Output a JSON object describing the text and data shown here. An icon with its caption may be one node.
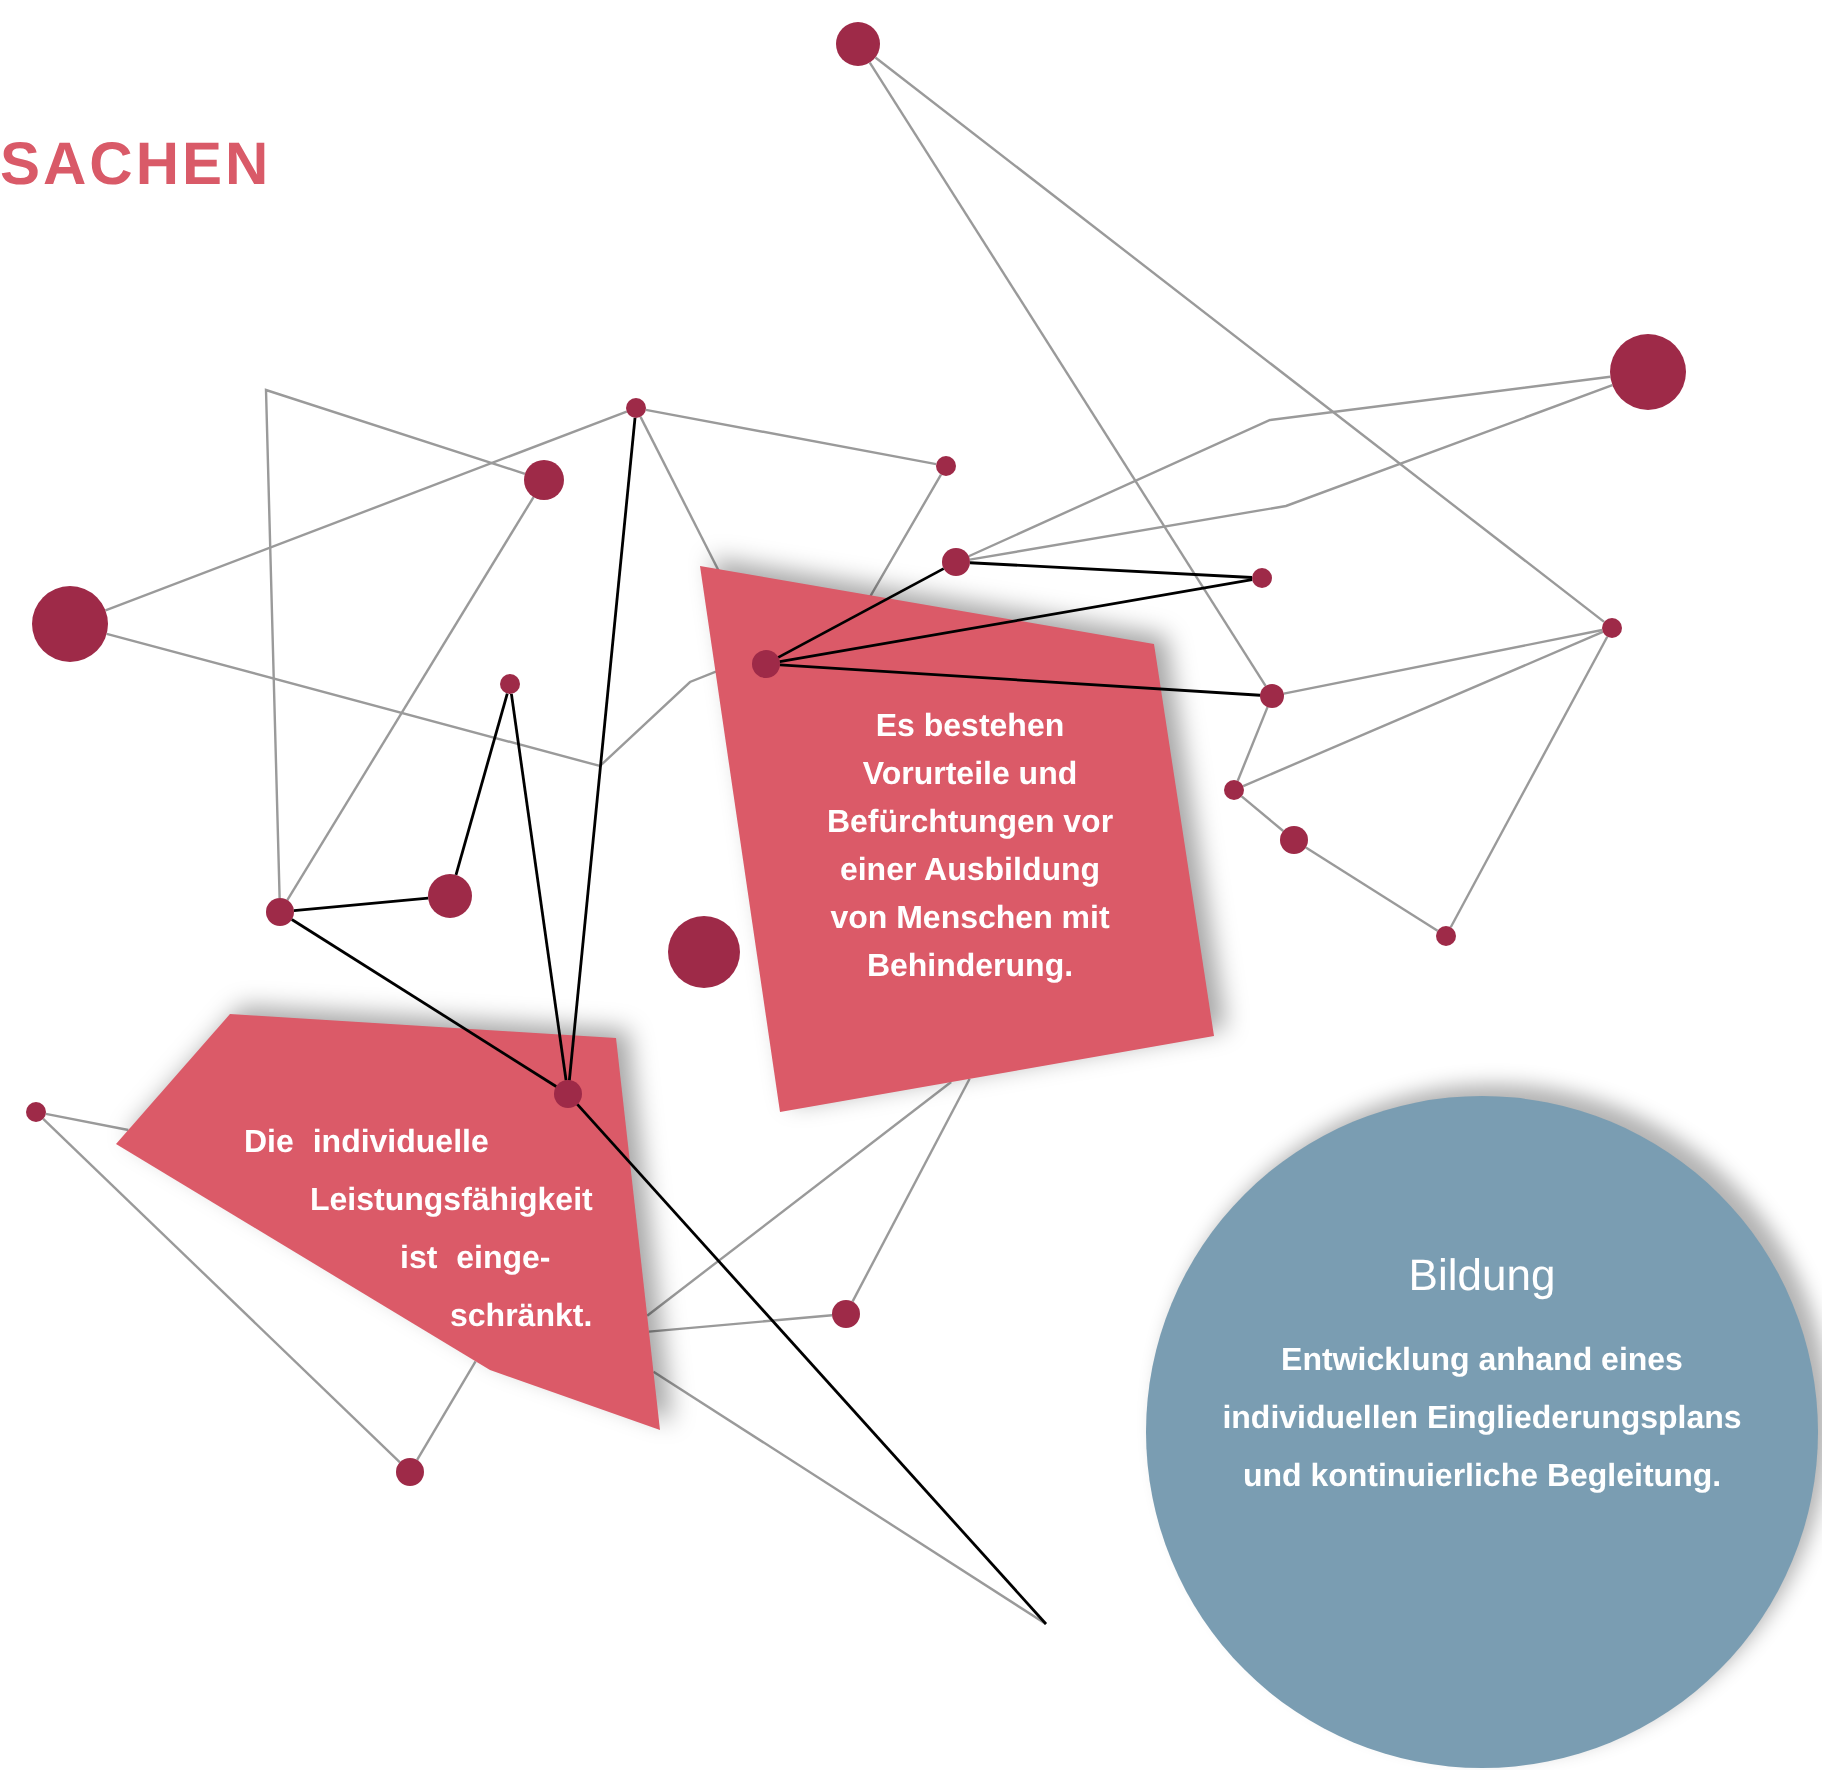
{
  "diagram": {
    "title": "SACHEN",
    "nodes": [
      {
        "text": [
          "Es bestehen Vorurteile und Befürchtungen vor einer Ausbildung von Menschen mit Behinderung."
        ]
      },
      {
        "text": [
          "Die individuelle Leistungsfähigkeit ist einge- schränkt."
        ]
      },
      {
        "text": [
          "Bildung",
          "Entwicklung anhand eines individuellen Eingliederungsplans und kontinuierliche Begleitung."
        ]
      },
      {
        "text": [],
        "shape": "circle"
      },
      {
        "text": [],
        "shape": "circle"
      },
      {
        "text": [],
        "shape": "circle"
      },
      {
        "text": [],
        "shape": "circle"
      },
      {
        "text": [],
        "shape": "circle"
      },
      {
        "text": [],
        "shape": "circle"
      },
      {
        "text": [],
        "shape": "circle"
      },
      {
        "text": [],
        "shape": "circle"
      },
      {
        "text": [],
        "shape": "circle",
        "in": 0
      },
      {
        "text": [],
        "shape": "circle"
      },
      {
        "text": [],
        "shape": "circle"
      },
      {
        "text": [],
        "shape": "circle"
      },
      {
        "text": [],
        "shape": "circle"
      },
      {
        "text": [],
        "shape": "circle"
      },
      {
        "text": [],
        "shape": "circle"
      },
      {
        "text": [],
        "shape": "circle"
      },
      {
        "text": [],
        "shape": "circle"
      },
      {
        "text": [],
        "shape": "circle"
      },
      {
        "text": [],
        "shape": "circle"
      },
      {
        "text": [],
        "shape": "circle",
        "in": 1
      },
      {
        "text": [],
        "shape": "circle"
      },
      {
        "text": [],
        "shape": "circle"
      }
    ],
    "edges": [
      {
        "from": 3,
        "to": 12,
        "arrow": "none"
      },
      {
        "from": 3,
        "to": 13,
        "arrow": "none"
      },
      {
        "from": 4,
        "to": 9,
        "arrow": "none"
      },
      {
        "from": 4,
        "to": 9,
        "arrow": "none"
      },
      {
        "from": 13,
        "to": 12,
        "arrow": "none"
      },
      {
        "from": 13,
        "to": 15,
        "arrow": "none"
      },
      {
        "from": 13,
        "to": 20,
        "arrow": "none"
      },
      {
        "from": 12,
        "to": 15,
        "arrow": "none"
      },
      {
        "from": 15,
        "to": 16,
        "arrow": "none"
      },
      {
        "from": 16,
        "to": 20,
        "arrow": "none"
      },
      {
        "from": 5,
        "to": 7,
        "arrow": "none"
      },
      {
        "from": 5,
        "to": 8,
        "arrow": "none"
      },
      {
        "from": 5,
        "to": 11,
        "arrow": "none"
      },
      {
        "from": 7,
        "to": 8,
        "arrow": "none"
      },
      {
        "from": 6,
        "to": 17,
        "arrow": "none"
      },
      {
        "from": 6,
        "to": 17,
        "arrow": "none"
      },
      {
        "from": 21,
        "to": 1,
        "arrow": "none"
      },
      {
        "from": 21,
        "to": 24,
        "arrow": "none"
      },
      {
        "from": 24,
        "to": 1,
        "arrow": "none"
      },
      {
        "from": 23,
        "to": 1,
        "arrow": "none"
      },
      {
        "from": 1,
        "to": 0,
        "arrow": "none"
      },
      {
        "from": 23,
        "to": 0,
        "arrow": "none"
      },
      {
        "from": 1,
        "to": null,
        "arrow": "none"
      },
      {
        "from": 11,
        "to": 9,
        "arrow": "none",
        "color": "#000000"
      },
      {
        "from": 11,
        "to": 10,
        "arrow": "none",
        "color": "#000000"
      },
      {
        "from": 11,
        "to": 12,
        "arrow": "none",
        "color": "#000000"
      },
      {
        "from": 9,
        "to": 10,
        "arrow": "none",
        "color": "#000000"
      },
      {
        "from": 17,
        "to": 18,
        "arrow": "none",
        "color": "#000000"
      },
      {
        "from": 18,
        "to": 14,
        "arrow": "none",
        "color": "#000000"
      },
      {
        "from": 14,
        "to": 22,
        "arrow": "none",
        "color": "#000000"
      },
      {
        "from": 5,
        "to": 22,
        "arrow": "none",
        "color": "#000000"
      },
      {
        "from": 17,
        "to": 22,
        "arrow": "none",
        "color": "#000000"
      },
      {
        "from": 22,
        "to": null,
        "arrow": "none",
        "color": "#000000"
      }
    ]
  }
}
